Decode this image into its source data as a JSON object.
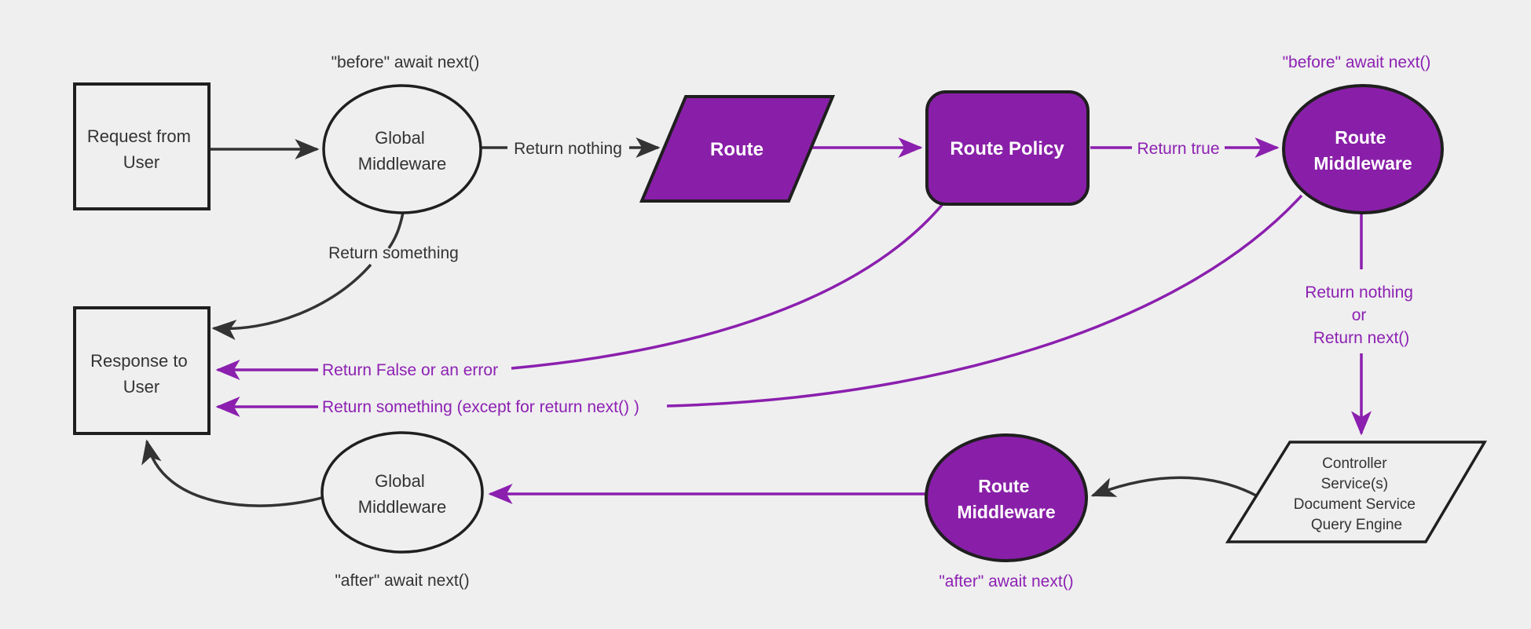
{
  "diagram": {
    "title": "Request / response lifecycle flowchart",
    "background": "#efefef",
    "colors": {
      "purple_node_fill": "#891fa8",
      "purple_edge": "#8b1fae",
      "purple_text": "#8d21b3",
      "dark_edge": "#333333",
      "dark_text": "#333333",
      "node_border": "#1f1f1f",
      "light_node_fill": "#efefef",
      "node_text_light": "#ffffff"
    },
    "nodes": {
      "request": {
        "line1": "Request from",
        "line2": "User"
      },
      "global_middleware_top": {
        "line1": "Global",
        "line2": "Middleware"
      },
      "route": {
        "label": "Route"
      },
      "route_policy": {
        "label": "Route Policy"
      },
      "route_middleware_top": {
        "line1": "Route",
        "line2": "Middleware"
      },
      "controller": {
        "line1": "Controller",
        "line2": "Service(s)",
        "line3": "Document Service",
        "line4": "Query Engine"
      },
      "route_middleware_bottom": {
        "line1": "Route",
        "line2": "Middleware"
      },
      "global_middleware_bottom": {
        "line1": "Global",
        "line2": "Middleware"
      },
      "response": {
        "line1": "Response to",
        "line2": "User"
      }
    },
    "edge_labels": {
      "before_await_global": "\"before\" await next()",
      "return_nothing": "Return nothing",
      "return_true": "Return true",
      "before_await_route": "\"before\" await next()",
      "return_something": "Return something",
      "return_nothing_or_1": "Return nothing",
      "return_nothing_or_2": "or",
      "return_nothing_or_3": "Return next()",
      "return_false_or_error": "Return False or an error",
      "return_something_except": "Return something (except for return next() )",
      "after_await_route": "\"after\" await next()",
      "after_await_global": "\"after\" await next()"
    }
  }
}
